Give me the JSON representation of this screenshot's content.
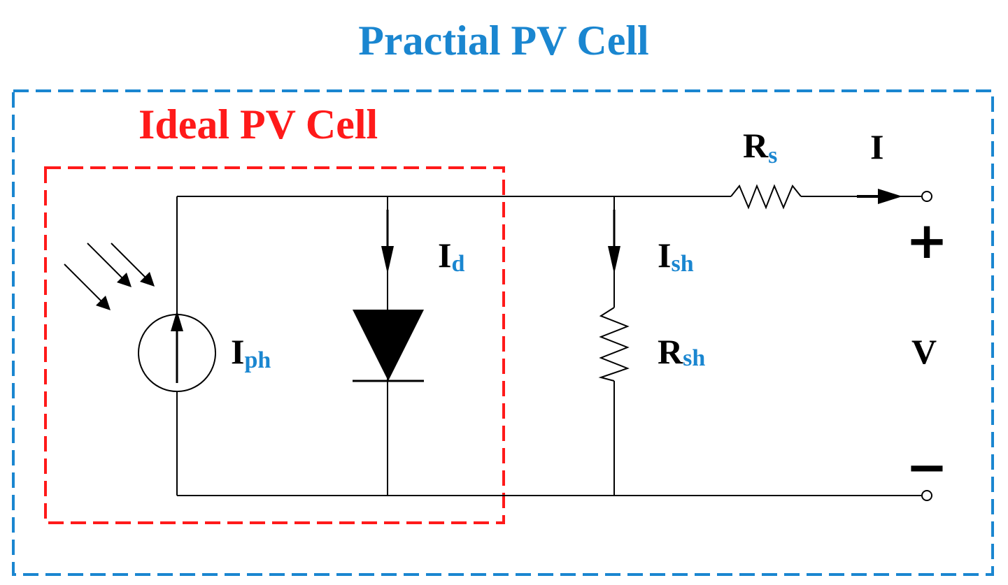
{
  "diagram": {
    "practical_title": "Practial PV Cell",
    "ideal_title": "Ideal PV Cell",
    "labels": {
      "rs": {
        "main": "R",
        "sub": "s"
      },
      "i": {
        "main": "I"
      },
      "id": {
        "main": "I",
        "sub": "d"
      },
      "ish": {
        "main": "I",
        "sub": "sh"
      },
      "iph": {
        "main": "I",
        "sub": "ph"
      },
      "rsh": {
        "main": "R",
        "sub": "sh"
      },
      "v": {
        "main": "V"
      },
      "plus": "+",
      "minus": "−"
    }
  },
  "colors": {
    "practical_box": "#1a86d0",
    "ideal_box": "#ff1a1a",
    "subscript": "#1a86d0",
    "ink": "#000000"
  }
}
